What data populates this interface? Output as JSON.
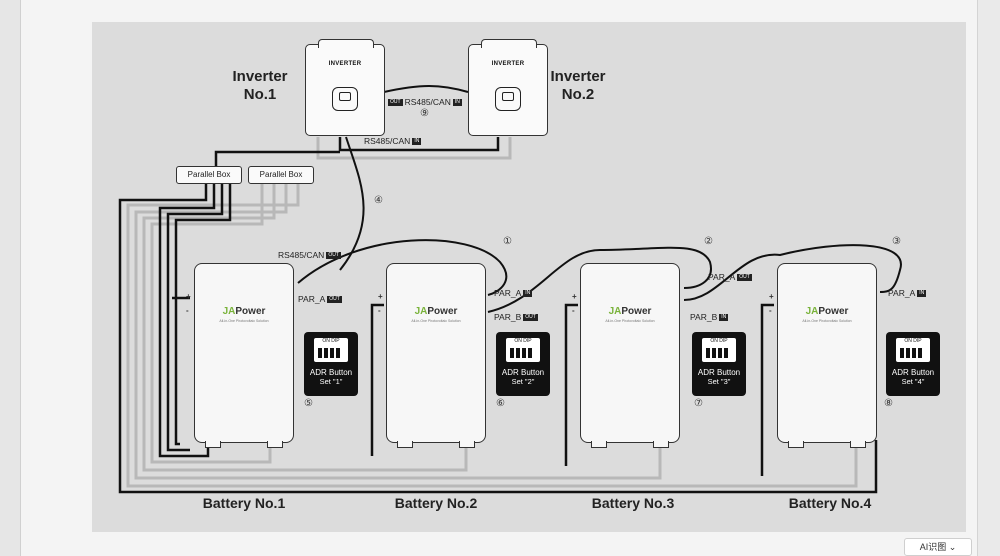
{
  "inverters": [
    {
      "brand": "INVERTER",
      "label": "Inverter No.1"
    },
    {
      "brand": "INVERTER",
      "label": "Inverter No.2"
    }
  ],
  "labels": {
    "rs485_top": "RS485/CAN",
    "rs485_top_out": "OUT",
    "rs485_top_in": "IN",
    "rs485_mid": "RS485/CAN",
    "rs485_mid_in": "IN",
    "rs485_bat": "RS485/CAN",
    "rs485_bat_out": "OUT",
    "circle_9": "⑨",
    "circle_4": "④",
    "circle_1": "①",
    "circle_2": "②",
    "circle_3": "③"
  },
  "parallel_boxes": [
    "Parallel Box",
    "Parallel Box"
  ],
  "batteries": [
    {
      "label": "Battery No.1",
      "logo_a": "JA",
      "logo_b": "Power",
      "sub": "All-in-One Photovoltaic Solution",
      "adr_title": "ADR Button",
      "adr_set": "Set \"1\"",
      "circle": "⑤",
      "port1": "PAR_A",
      "port1_tag": "OUT"
    },
    {
      "label": "Battery No.2",
      "logo_a": "JA",
      "logo_b": "Power",
      "sub": "All-in-One Photovoltaic Solution",
      "adr_title": "ADR Button",
      "adr_set": "Set \"2\"",
      "circle": "⑥",
      "port1": "PAR_A",
      "port1_tag": "IN",
      "port2": "PAR_B",
      "port2_tag": "OUT"
    },
    {
      "label": "Battery No.3",
      "logo_a": "JA",
      "logo_b": "Power",
      "sub": "All-in-One Photovoltaic Solution",
      "adr_title": "ADR Button",
      "adr_set": "Set \"3\"",
      "circle": "⑦",
      "port1": "PAR_A",
      "port1_tag": "OUT",
      "port2": "PAR_B",
      "port2_tag": "IN"
    },
    {
      "label": "Battery No.4",
      "logo_a": "JA",
      "logo_b": "Power",
      "sub": "All-in-One Photovoltaic Solution",
      "adr_title": "ADR Button",
      "adr_set": "Set \"4\"",
      "circle": "⑧",
      "port1": "PAR_A",
      "port1_tag": "IN"
    }
  ],
  "dip_labels": {
    "on": "ON",
    "dip": "DIP"
  },
  "ai_button": "AI识图 ⌄",
  "colors": {
    "panel": "#dcdcdc",
    "wire_black": "#111111",
    "wire_gray": "#b8b8b8",
    "logo_green": "#7ab33b"
  }
}
